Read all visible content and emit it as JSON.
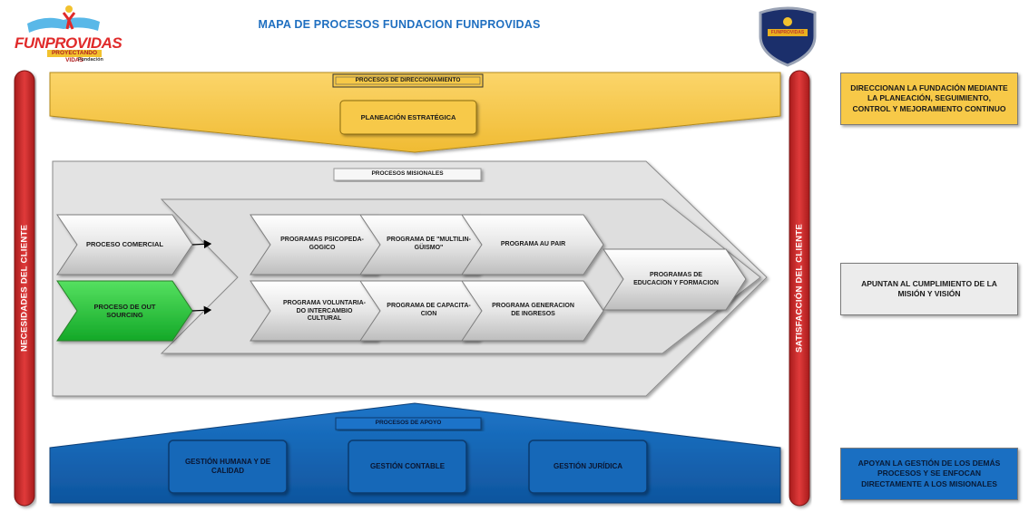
{
  "title": "MAPA DE PROCESOS FUNDACION FUNPROVIDAS",
  "logo": {
    "brand": "FUNPROVIDAS",
    "tagline": "PROYECTANDO VIDAS",
    "sub": "Fundación",
    "shield_text": "FUNPROVIDAS"
  },
  "left_bar": "NECESIDADES DEL CLIENTE",
  "right_bar": "SATISFACCIÓN DEL CLIENTE",
  "direccionamiento": {
    "header": "PROCESOS DE DIRECCIONAMIENTO",
    "box": "PLANEACIÓN ESTRATÉGICA",
    "note": "DIRECCIONAN LA FUNDACIÓN MEDIANTE LA PLANEACIÓN, SEGUIMIENTO, CONTROL Y MEJORAMIENTO CONTINUO"
  },
  "misionales": {
    "header": "PROCESOS MISIONALES",
    "left": [
      "PROCESO COMERCIAL",
      "PROCESO DE OUT SOURCING"
    ],
    "row1": [
      "PROGRAMAS PSICOPEDA-GOGICO",
      "PROGRAMA DE \"MULTILIN-GÜISMO\"",
      "PROGRAMA AU PAIR"
    ],
    "row2": [
      "PROGRAMA VOLUNTARIA-DO INTERCAMBIO CULTURAL",
      "PROGRAMA DE CAPACITA-CION",
      "PROGRAMA GENERACION DE INGRESOS"
    ],
    "right": "PROGRAMAS DE EDUCACION Y FORMACION",
    "note": "APUNTAN AL CUMPLIMIENTO DE LA MISIÓN Y VISIÓN"
  },
  "apoyo": {
    "header": "PROCESOS DE APOYO",
    "boxes": [
      "GESTIÓN HUMANA Y DE CALIDAD",
      "GESTIÓN CONTABLE",
      "GESTIÓN JURÍDICA"
    ],
    "note": "APOYAN LA GESTIÓN DE LOS DEMÁS PROCESOS Y SE ENFOCAN DIRECTAMENTE A LOS MISIONALES"
  },
  "colors": {
    "yellow": "#f7c948",
    "red": "#d42a2a",
    "blue": "#1565b5",
    "grey": "#e4e4e4",
    "green": "#26c23a",
    "title": "#1f6fc0"
  }
}
